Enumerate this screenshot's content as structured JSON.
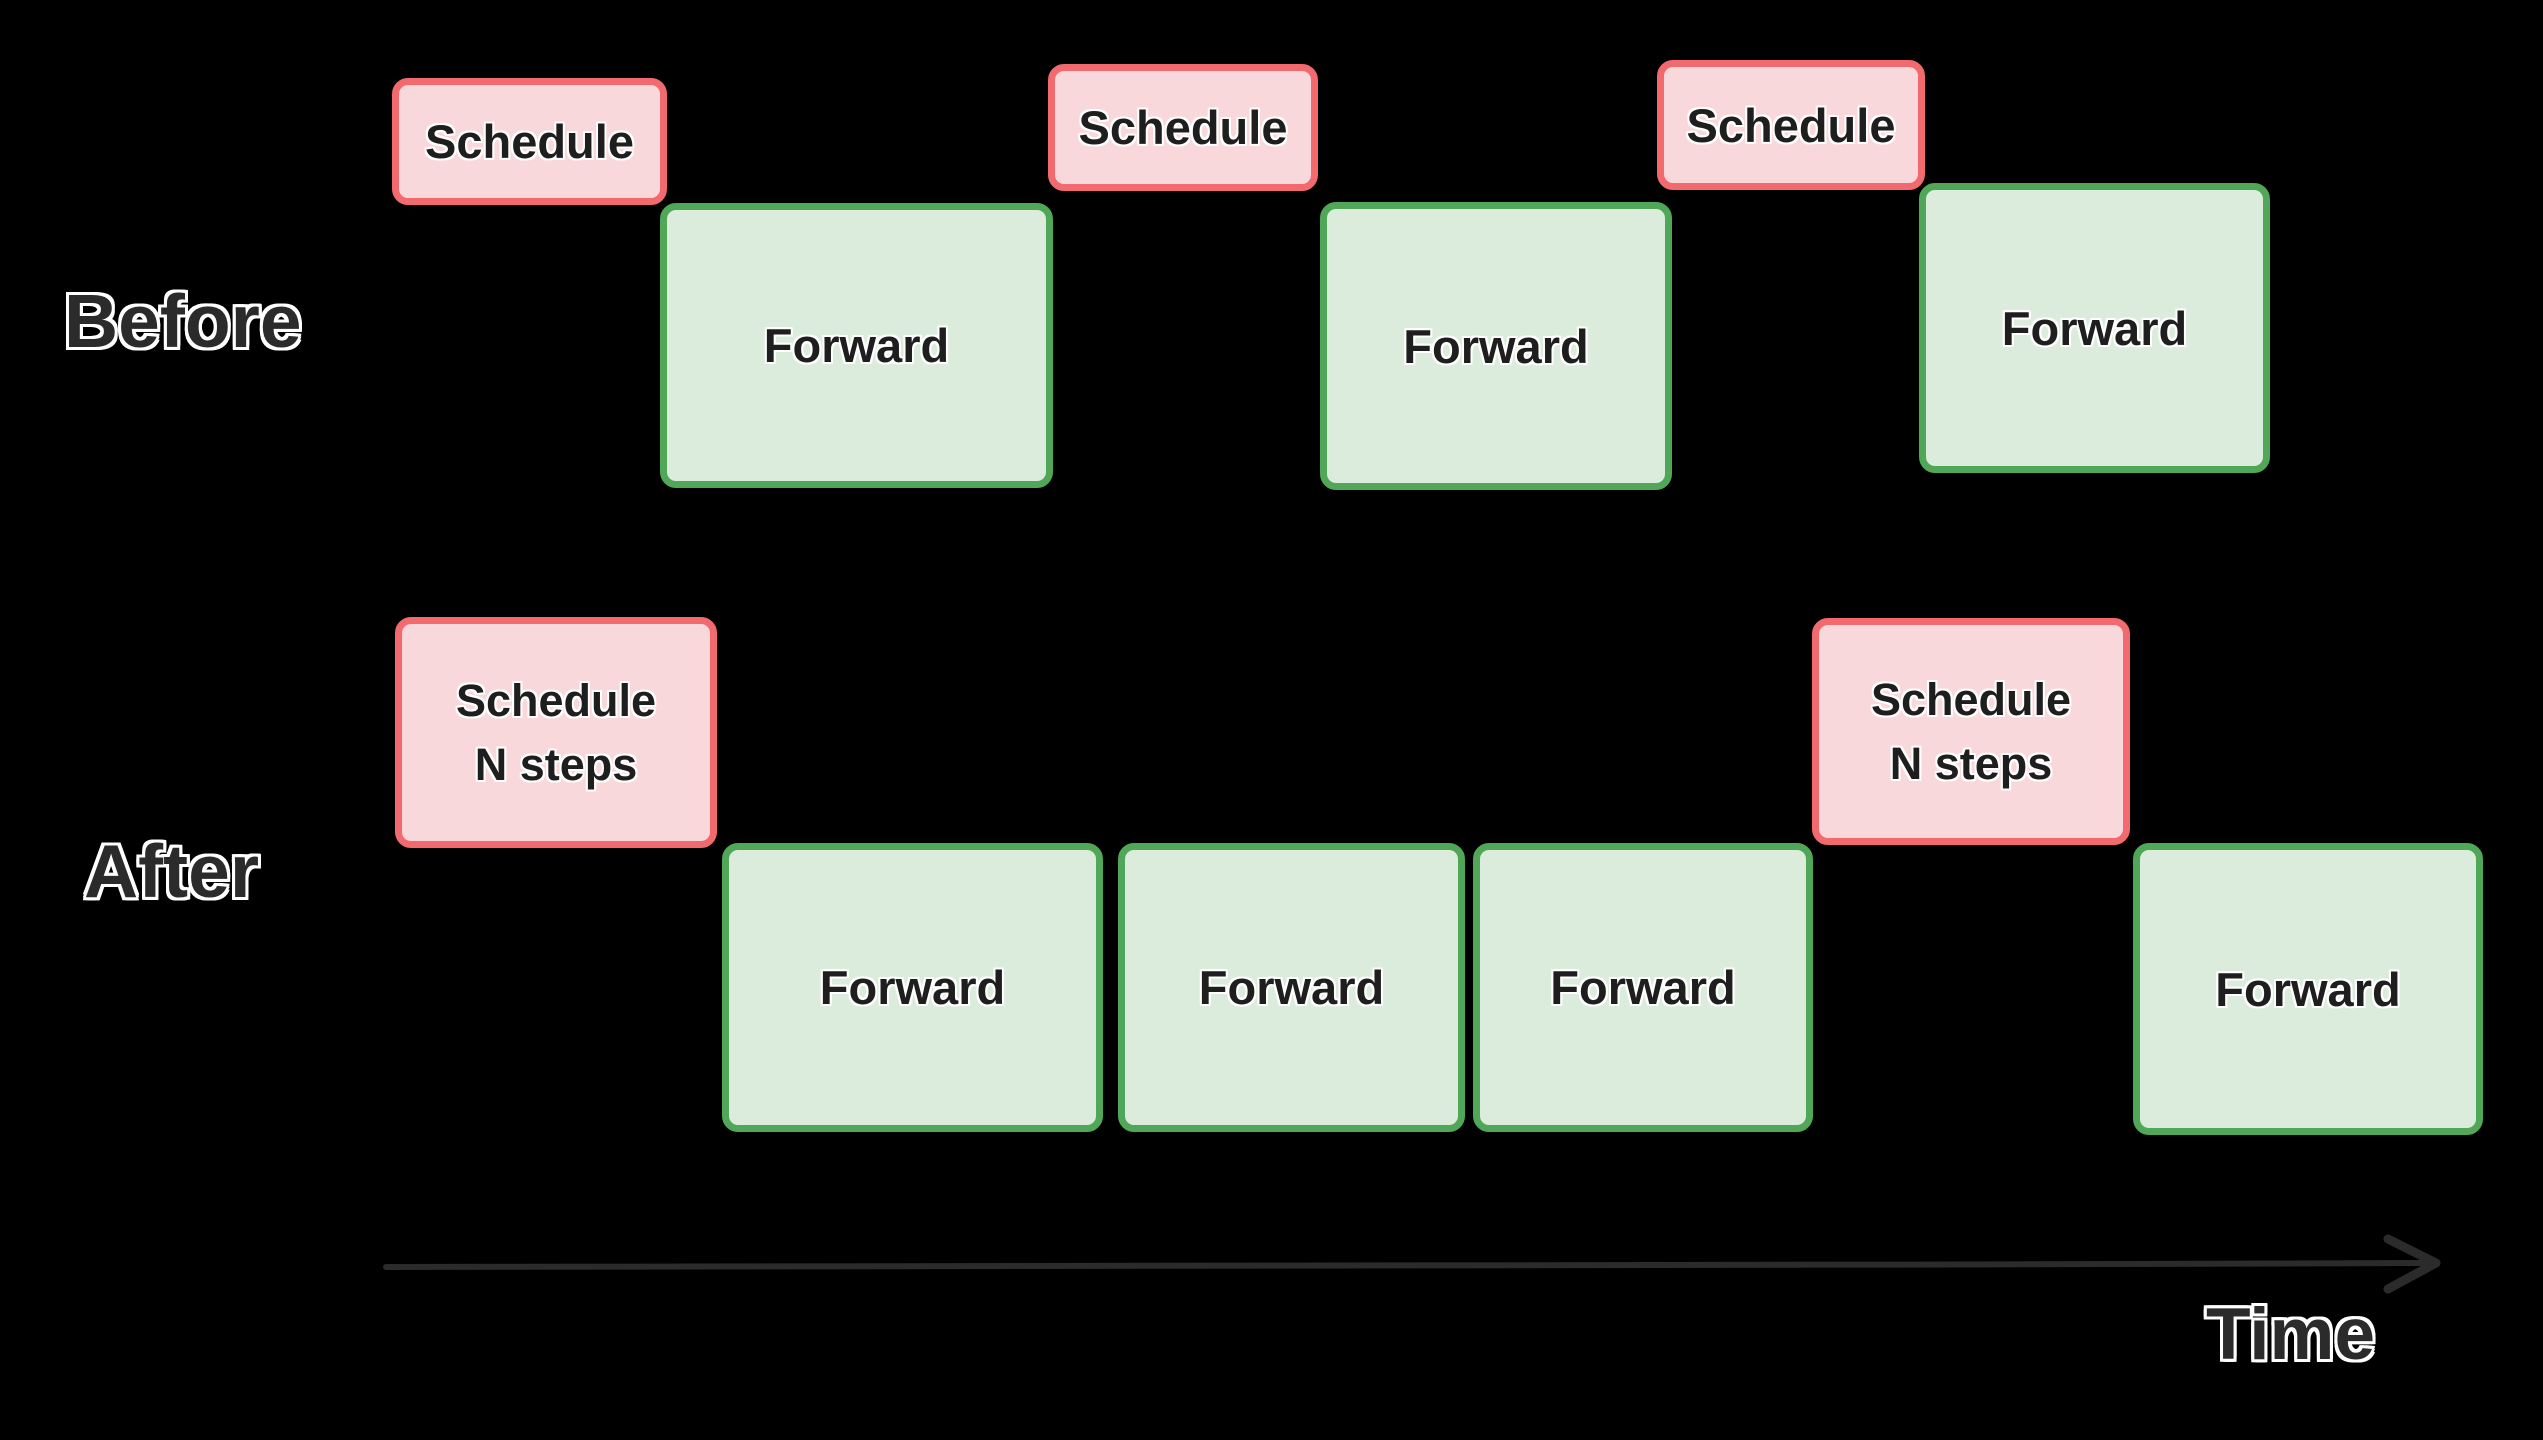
{
  "rows": {
    "before": {
      "label": "Before",
      "blocks": [
        {
          "type": "schedule",
          "label": "Schedule"
        },
        {
          "type": "forward",
          "label": "Forward"
        },
        {
          "type": "schedule",
          "label": "Schedule"
        },
        {
          "type": "forward",
          "label": "Forward"
        },
        {
          "type": "schedule",
          "label": "Schedule"
        },
        {
          "type": "forward",
          "label": "Forward"
        }
      ]
    },
    "after": {
      "label": "After",
      "blocks": [
        {
          "type": "schedule",
          "lines": [
            "Schedule",
            "N steps"
          ]
        },
        {
          "type": "forward",
          "label": "Forward"
        },
        {
          "type": "forward",
          "label": "Forward"
        },
        {
          "type": "forward",
          "label": "Forward"
        },
        {
          "type": "schedule",
          "lines": [
            "Schedule",
            "N steps"
          ]
        },
        {
          "type": "forward",
          "label": "Forward"
        }
      ]
    }
  },
  "axis": {
    "label": "Time"
  },
  "colors": {
    "background": "#000000",
    "schedule_border": "#f2696e",
    "schedule_fill": "#f8d8da",
    "forward_border": "#4fa757",
    "forward_fill": "#dcecdc",
    "box_text": "#1e1e1e",
    "outline_label_text": "#2b2b2b",
    "arrow": "#2b2b2b"
  }
}
